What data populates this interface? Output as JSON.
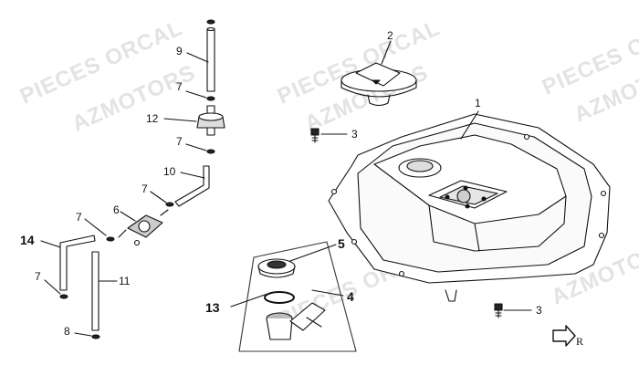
{
  "watermarks": [
    "PIECES ORCAL",
    "AZMOTORS",
    "PIECES ORCAL",
    "AZMOTORS",
    "PIECES ORCAL",
    "AZMOTORS",
    "PIECES ORCAL",
    "AZMOTORS"
  ],
  "callouts": {
    "c1": "1",
    "c2": "2",
    "c3a": "3",
    "c3b": "3",
    "c4": "4",
    "c5": "5",
    "c6": "6",
    "c7a": "7",
    "c7b": "7",
    "c7c": "7",
    "c7d": "7",
    "c7e": "7",
    "c8": "8",
    "c9": "9",
    "c10": "10",
    "c11": "11",
    "c12": "12",
    "c13": "13",
    "c14": "14"
  },
  "arrow_label": "R"
}
